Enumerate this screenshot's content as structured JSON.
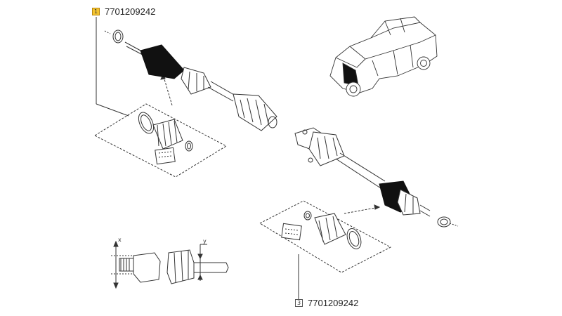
{
  "callouts": [
    {
      "id": "1",
      "part_number": "7701209242",
      "selected": true
    },
    {
      "id": "3",
      "part_number": "7701209242",
      "selected": false
    }
  ],
  "dimension_labels": {
    "x": "x",
    "y": "y"
  },
  "colors": {
    "highlight": "#f4c430",
    "line": "#333333",
    "boot_fill": "#111111"
  },
  "icons": [
    "car-illustration-icon",
    "drive-shaft-icon",
    "repair-kit-icon",
    "dimension-detail-icon"
  ]
}
